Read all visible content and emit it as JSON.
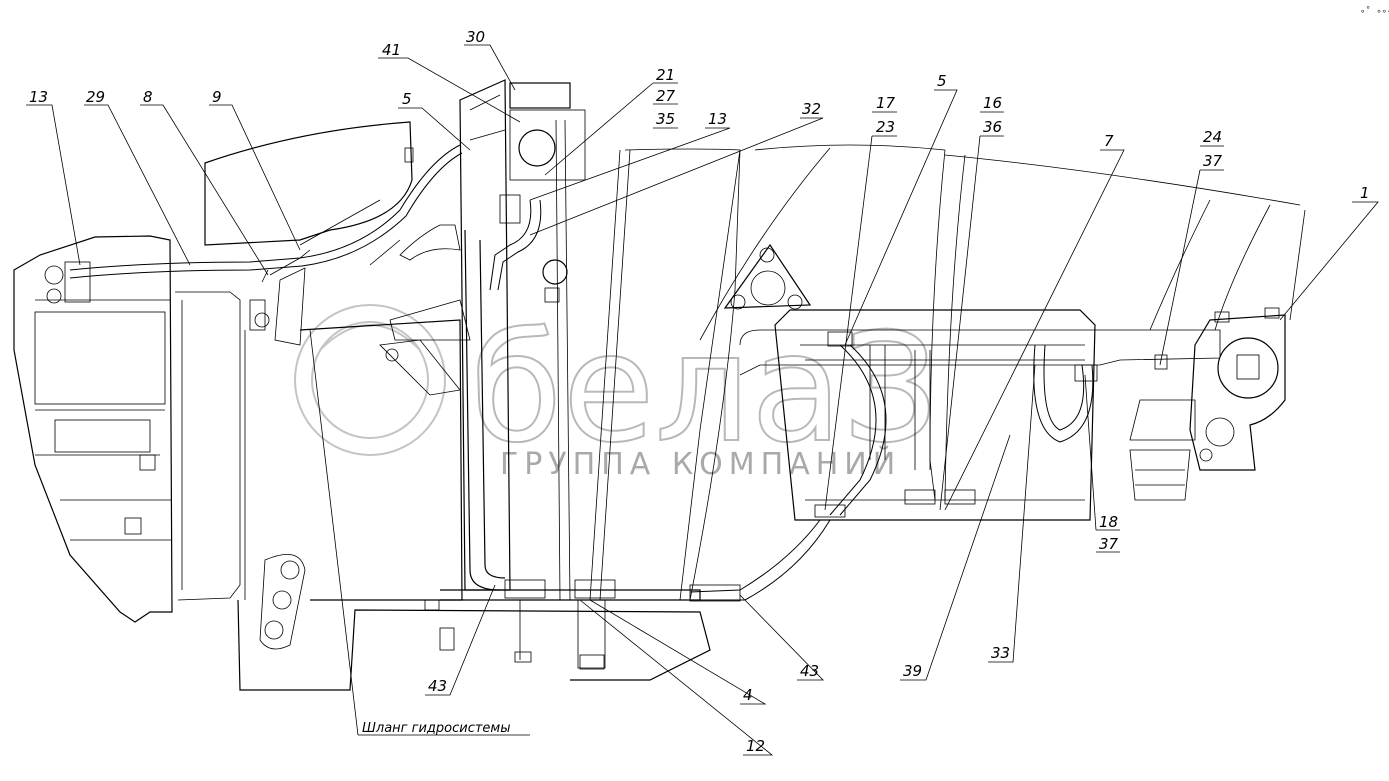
{
  "watermark": {
    "brand": "белаЗ",
    "group": "ГРУППА КОМПАНИЙ"
  },
  "corner_mark": "∘˚ ∘∘∘",
  "caption": "Шланг гидросистемы",
  "callouts": {
    "c13a": "13",
    "c29": "29",
    "c8": "8",
    "c9": "9",
    "c41": "41",
    "c30": "30",
    "c5a": "5",
    "c21": "21",
    "c27": "27",
    "c35": "35",
    "c13b": "13",
    "c32": "32",
    "c17": "17",
    "c23": "23",
    "c5b": "5",
    "c16": "16",
    "c36": "36",
    "c7": "7",
    "c24": "24",
    "c37a": "37",
    "c1": "1",
    "c18": "18",
    "c37b": "37",
    "c43a": "43",
    "c4": "4",
    "c12": "12",
    "c43b": "43",
    "c39": "39",
    "c33": "33"
  }
}
